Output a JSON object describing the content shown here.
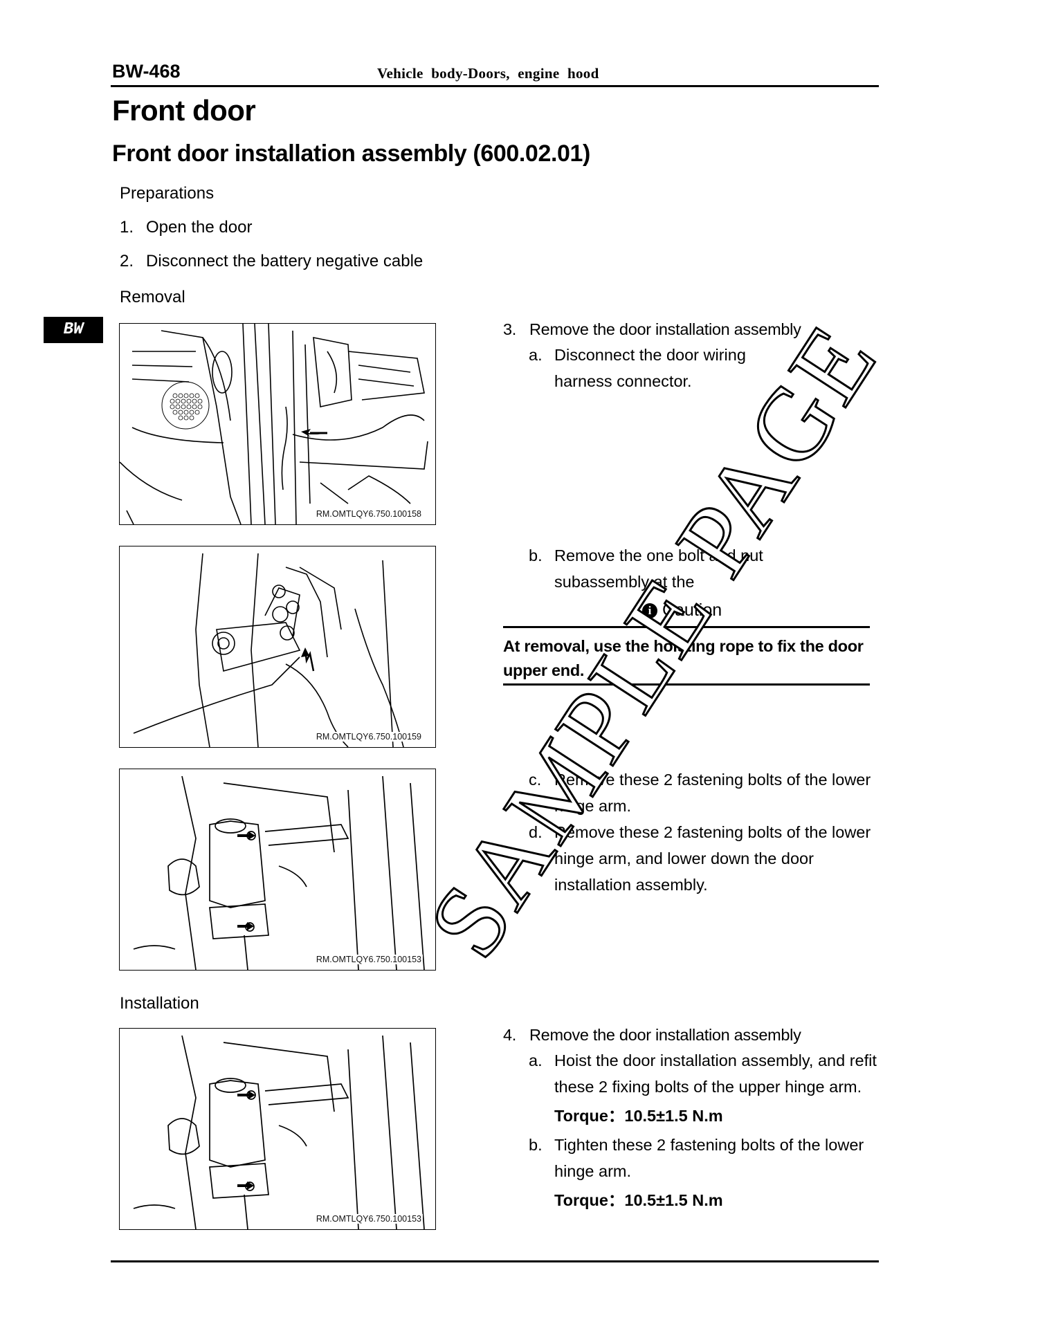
{
  "header": {
    "page_code": "BW-468",
    "section_title": "Vehicle body-Doors, engine hood"
  },
  "side_tab": "BW",
  "title": "Front door",
  "subtitle": "Front door installation assembly (600.02.01)",
  "preparations": {
    "heading": "Preparations",
    "steps": [
      {
        "num": "1.",
        "text": "Open the door"
      },
      {
        "num": "2.",
        "text": "Disconnect the battery negative cable"
      }
    ]
  },
  "removal": {
    "heading": "Removal",
    "step_num": "3.",
    "step_title": "Remove the door installation assembly",
    "items": [
      {
        "letter": "a.",
        "text": "Disconnect the door wiring harness connector."
      },
      {
        "letter": "b.",
        "text": "Remove the one bolt and nut subassembly at the"
      },
      {
        "letter": "c.",
        "text": "Remove these 2 fastening bolts of the lower hinge arm."
      },
      {
        "letter": "d.",
        "text": "Remove these 2 fastening bolts of the lower hinge arm, and lower down the door installation assembly."
      }
    ],
    "caution": {
      "icon": "info-icon",
      "label": "Caution",
      "text": "At removal, use the hoisting rope to fix the door upper end."
    }
  },
  "installation": {
    "heading": "Installation",
    "step_num": "4.",
    "step_title": "Remove the door installation assembly",
    "items": [
      {
        "letter": "a.",
        "text": "Hoist the door installation assembly, and refit these 2 fixing bolts of the upper hinge arm.",
        "torque": "Torque：10.5±1.5 N.m"
      },
      {
        "letter": "b.",
        "text": "Tighten these 2 fastening bolts of the lower hinge arm.",
        "torque": "Torque：10.5±1.5 N.m"
      }
    ]
  },
  "figures": [
    {
      "code": "RM.OMTLQY6.750.100158"
    },
    {
      "code": "RM.OMTLQY6.750.100159"
    },
    {
      "code": "RM.OMTLQY6.750.100153"
    },
    {
      "code": "RM.OMTLQY6.750.100153"
    }
  ],
  "watermark": "SAMPLE PAGE"
}
